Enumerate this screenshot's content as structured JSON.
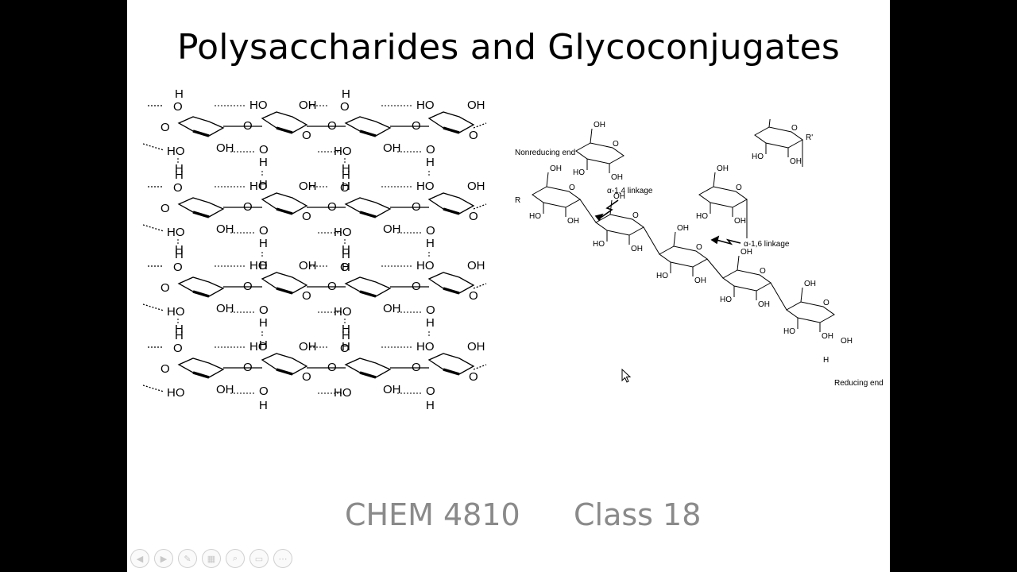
{
  "slide": {
    "title": "Polysaccharides and Glycoconjugates",
    "footer_course": "CHEM 4810",
    "footer_class": "Class 18"
  },
  "cellulose": {
    "atoms": {
      "H": "H",
      "O": "O",
      "HO": "HO",
      "OH": "OH"
    }
  },
  "glycogen": {
    "nonreducing_end": "Nonreducing end",
    "reducing_end": "Reducing end",
    "alpha14": "α-1,4 linkage",
    "alpha16": "α-1,6 linkage",
    "R": "R",
    "Rprime": "R'",
    "atoms": {
      "H": "H",
      "O": "O",
      "HO": "HO",
      "OH": "OH"
    }
  },
  "toolbar": {
    "buttons": [
      {
        "icon": "prev-arrow-icon",
        "glyph": "◀"
      },
      {
        "icon": "next-arrow-icon",
        "glyph": "▶"
      },
      {
        "icon": "pen-icon",
        "glyph": "✎"
      },
      {
        "icon": "slides-icon",
        "glyph": "▦"
      },
      {
        "icon": "zoom-icon",
        "glyph": "⌕"
      },
      {
        "icon": "subtitle-icon",
        "glyph": "▭"
      },
      {
        "icon": "more-icon",
        "glyph": "⋯"
      }
    ]
  }
}
